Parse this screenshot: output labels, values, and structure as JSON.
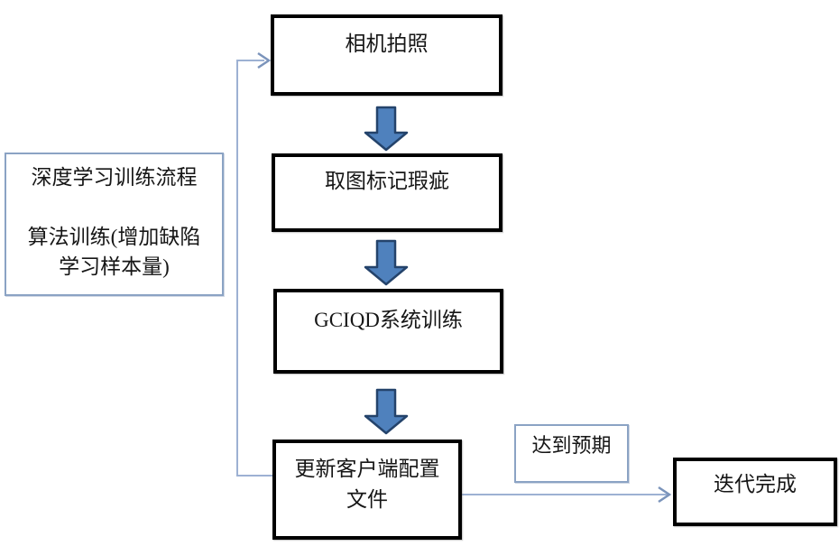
{
  "diagram": {
    "left_panel": {
      "lines": [
        "深度学习训练流程",
        "",
        "算法训练(增加缺陷",
        "学习样本量)"
      ]
    },
    "steps": [
      {
        "label": "相机拍照"
      },
      {
        "label": "取图标记瑕疵"
      },
      {
        "label": "GCIQD系统训练"
      },
      {
        "label_line1": "更新客户端配置",
        "label_line2": "文件"
      }
    ],
    "condition_label": "达到预期",
    "result_label": "迭代完成"
  },
  "colors": {
    "thick_box_border": "#000000",
    "thin_box_border": "#8ba3c4",
    "block_arrow_fill": "#4f81bd",
    "block_arrow_stroke": "#24436b",
    "connector_line": "#9db1d3",
    "connector_arrowhead": "#7b94bb",
    "background": "#ffffff"
  }
}
